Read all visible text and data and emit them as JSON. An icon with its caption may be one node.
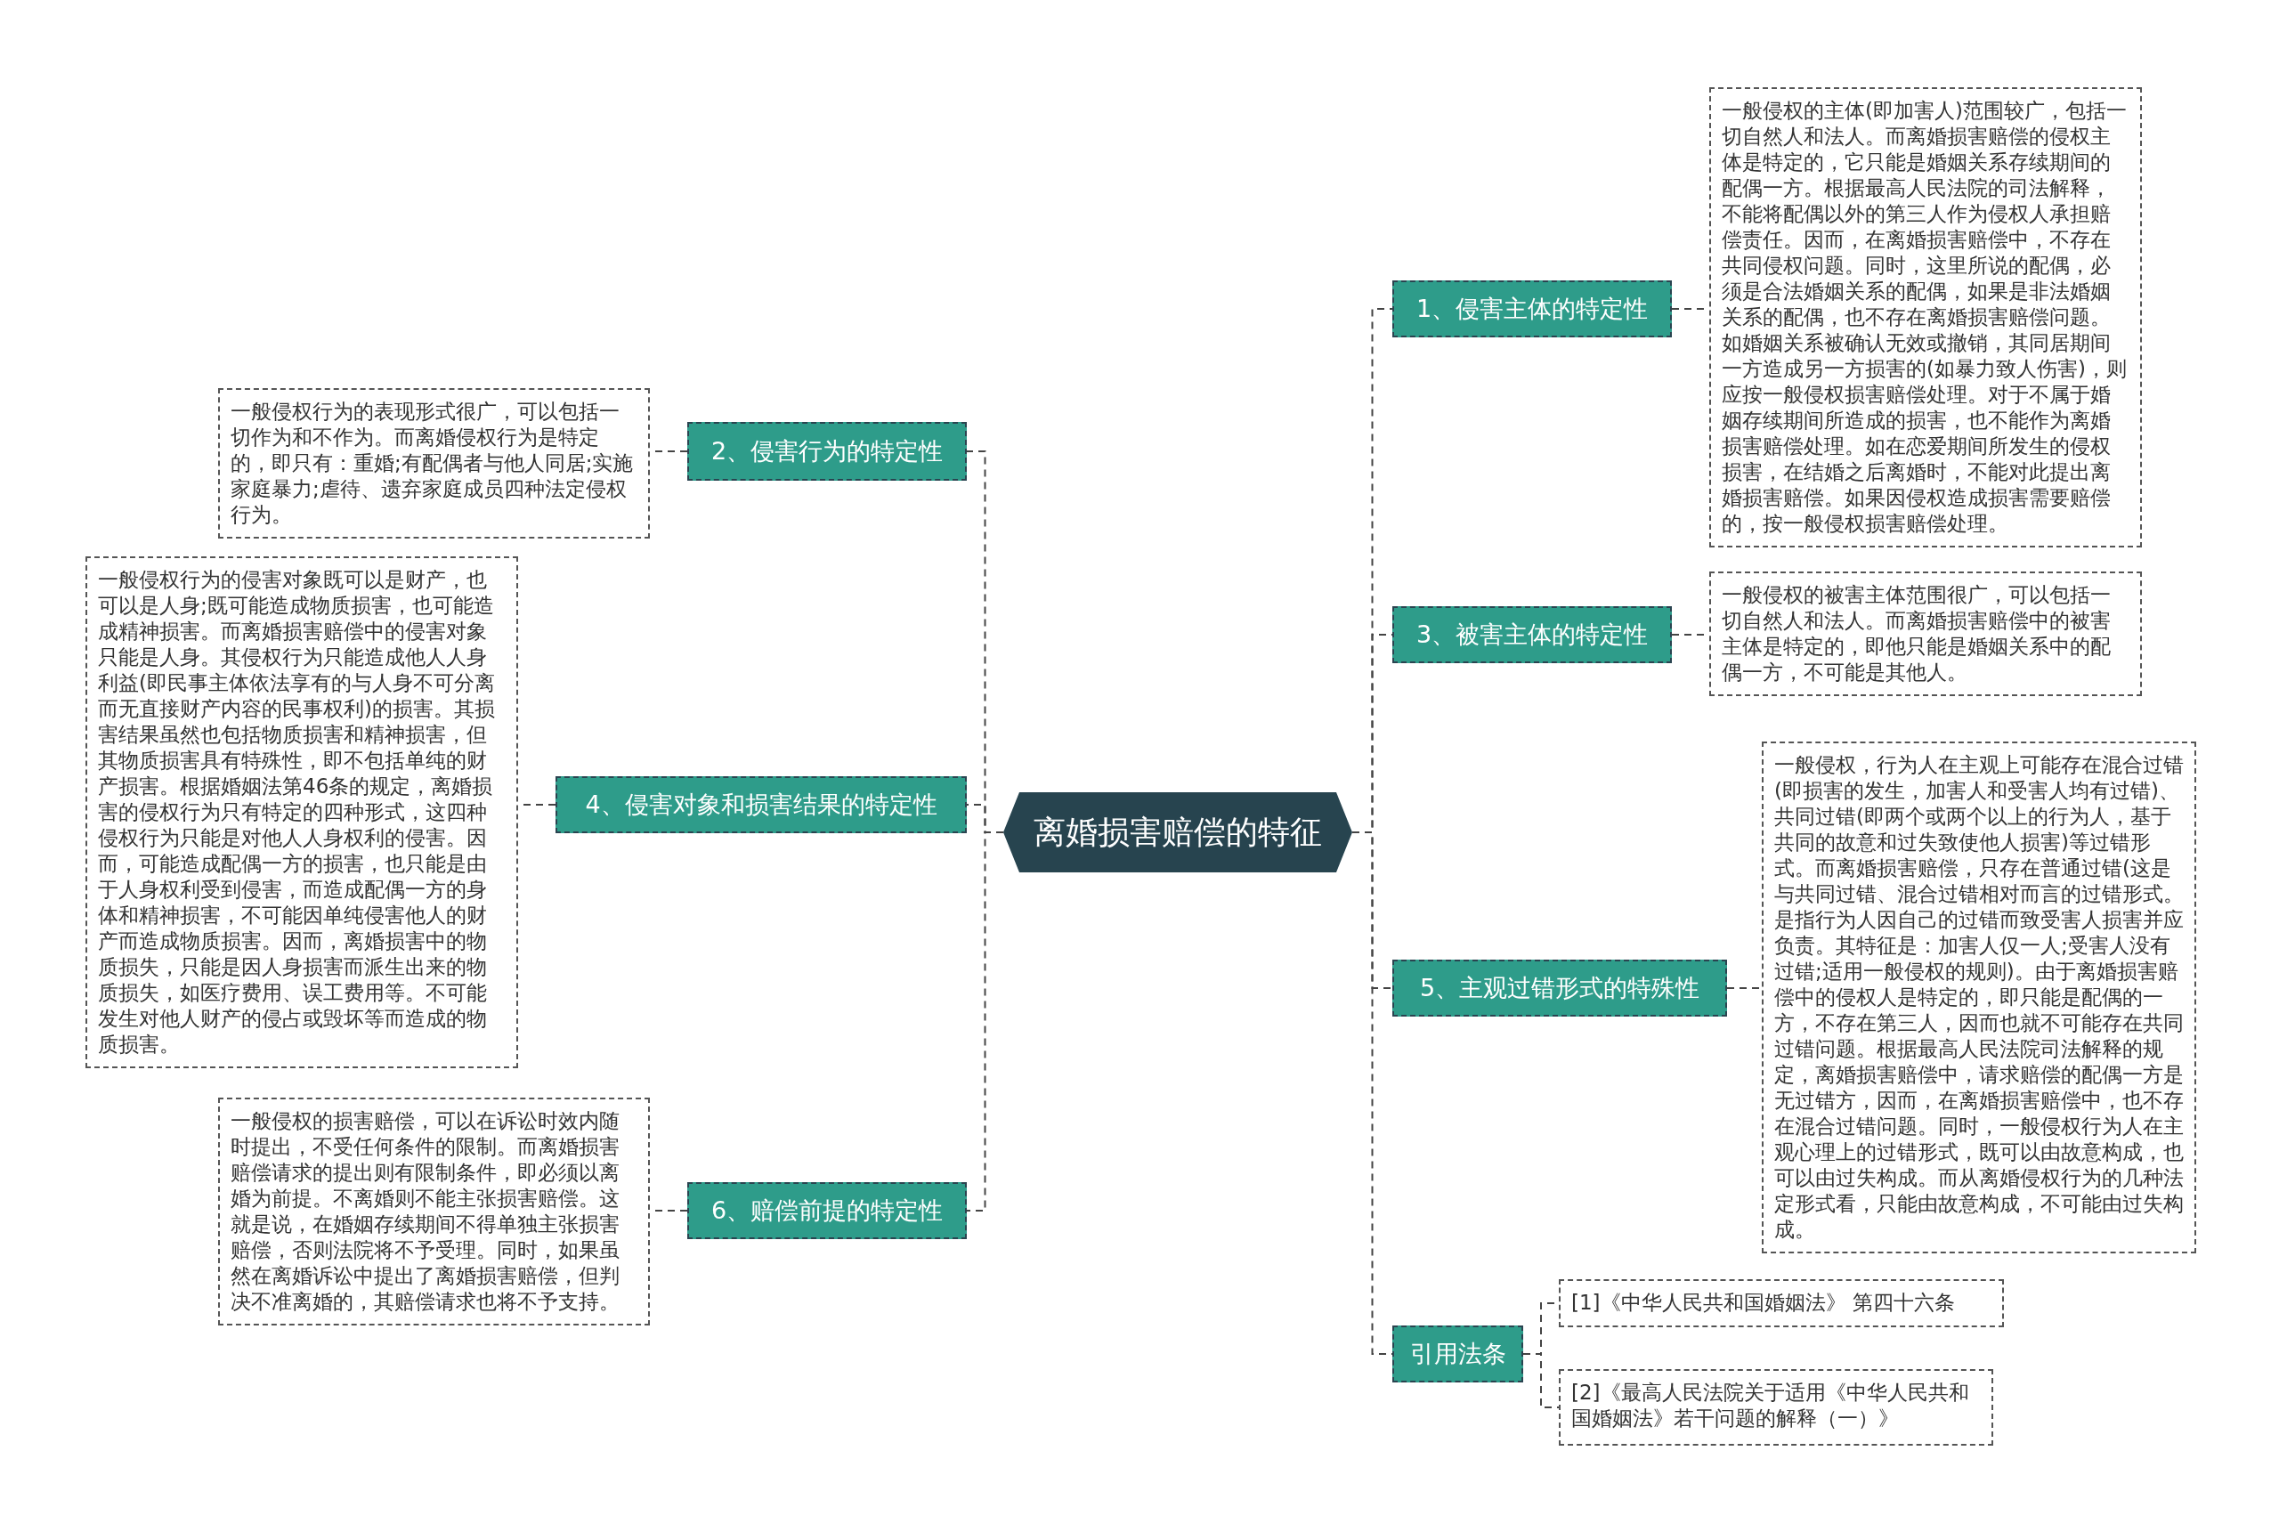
{
  "diagram": {
    "nodes": [
      {
        "text": [
          "离婚损害赔偿的特征"
        ]
      },
      {
        "text": [
          "1、侵害主体的特定性"
        ]
      },
      {
        "text": [
          "一般侵权的主体(即加害人)范围较广，包括一切自然人和法人。而离婚损害赔偿的侵权主体是特定的，它只能是婚姻关系存续期间的配偶一方。根据最高人民法院的司法解释，不能将配偶以外的第三人作为侵权人承担赔偿责任。因而，在离婚损害赔偿中，不存在共同侵权问题。同时，这里所说的配偶，必须是合法婚姻关系的配偶，如果是非法婚姻关系的配偶，也不存在离婚损害赔偿问题。如婚姻关系被确认无效或撤销，其同居期间一方造成另一方损害的(如暴力致人伤害)，则应按一般侵权损害赔偿处理。对于不属于婚姻存续期间所造成的损害，也不能作为离婚损害赔偿处理。如在恋爱期间所发生的侵权损害，在结婚之后离婚时，不能对此提出离婚损害赔偿。如果因侵权造成损害需要赔偿的，按一般侵权损害赔偿处理。"
        ]
      },
      {
        "text": [
          "3、被害主体的特定性"
        ]
      },
      {
        "text": [
          "一般侵权的被害主体范围很广，可以包括一切自然人和法人。而离婚损害赔偿中的被害主体是特定的，即他只能是婚姻关系中的配偶一方，不可能是其他人。"
        ]
      },
      {
        "text": [
          "5、主观过错形式的特殊性"
        ]
      },
      {
        "text": [
          "一般侵权，行为人在主观上可能存在混合过错(即损害的发生，加害人和受害人均有过错)、共同过错(即两个或两个以上的行为人，基于共同的故意和过失致使他人损害)等过错形式。而离婚损害赔偿，只存在普通过错(这是与共同过错、混合过错相对而言的过错形式。是指行为人因自己的过错而致受害人损害并应负责。其特征是：加害人仅一人;受害人没有过错;适用一般侵权的规则)。由于离婚损害赔偿中的侵权人是特定的，即只能是配偶的一方，不存在第三人，因而也就不可能存在共同过错问题。根据最高人民法院司法解释的规定，离婚损害赔偿中，请求赔偿的配偶一方是无过错方，因而，在离婚损害赔偿中，也不存在混合过错问题。同时，一般侵权行为人在主观心理上的过错形式，既可以由故意构成，也可以由过失构成。而从离婚侵权行为的几种法定形式看，只能由故意构成，不可能由过失构成。"
        ]
      },
      {
        "text": [
          "引用法条"
        ]
      },
      {
        "text": [
          "[1]《中华人民共和国婚姻法》 第四十六条"
        ]
      },
      {
        "text": [
          "[2]《最高人民法院关于适用《中华人民共和国婚姻法》若干问题的解释（一）》"
        ]
      },
      {
        "text": [
          "2、侵害行为的特定性"
        ]
      },
      {
        "text": [
          "一般侵权行为的表现形式很广，可以包括一切作为和不作为。而离婚侵权行为是特定的，即只有：重婚;有配偶者与他人同居;实施家庭暴力;虐待、遗弃家庭成员四种法定侵权行为。"
        ]
      },
      {
        "text": [
          "4、侵害对象和损害结果的特定性"
        ]
      },
      {
        "text": [
          "一般侵权行为的侵害对象既可以是财产，也可以是人身;既可能造成物质损害，也可能造成精神损害。而离婚损害赔偿中的侵害对象只能是人身。其侵权行为只能造成他人人身利益(即民事主体依法享有的与人身不可分离而无直接财产内容的民事权利)的损害。其损害结果虽然也包括物质损害和精神损害，但其物质损害具有特殊性，即不包括单纯的财产损害。根据婚姻法第46条的规定，离婚损害的侵权行为只有特定的四种形式，这四种侵权行为只能是对他人人身权利的侵害。因而，可能造成配偶一方的损害，也只能是由于人身权利受到侵害，而造成配偶一方的身体和精神损害，不可能因单纯侵害他人的财产而造成物质损害。因而，离婚损害中的物质损失，只能是因人身损害而派生出来的物质损失，如医疗费用、误工费用等。不可能发生对他人财产的侵占或毁坏等而造成的物质损害。"
        ]
      },
      {
        "text": [
          "6、赔偿前提的特定性"
        ]
      },
      {
        "text": [
          "一般侵权的损害赔偿，可以在诉讼时效内随时提出，不受任何条件的限制。而离婚损害赔偿请求的提出则有限制条件，即必须以离婚为前提。不离婚则不能主张损害赔偿。这就是说，在婚姻存续期间不得单独主张损害赔偿，否则法院将不予受理。同时，如果虽然在离婚诉讼中提出了离婚损害赔偿，但判决不准离婚的，其赔偿请求也将不予支持。"
        ]
      }
    ],
    "edges": [
      {
        "from": 0,
        "to": 1,
        "arrow": "none",
        "style": "dashed"
      },
      {
        "from": 1,
        "to": 2,
        "arrow": "none",
        "style": "dashed"
      },
      {
        "from": 0,
        "to": 3,
        "arrow": "none",
        "style": "dashed"
      },
      {
        "from": 3,
        "to": 4,
        "arrow": "none",
        "style": "dashed"
      },
      {
        "from": 0,
        "to": 5,
        "arrow": "none",
        "style": "dashed"
      },
      {
        "from": 5,
        "to": 6,
        "arrow": "none",
        "style": "dashed"
      },
      {
        "from": 0,
        "to": 7,
        "arrow": "none",
        "style": "dashed"
      },
      {
        "from": 7,
        "to": 8,
        "arrow": "none",
        "style": "dashed"
      },
      {
        "from": 7,
        "to": 9,
        "arrow": "none",
        "style": "dashed"
      },
      {
        "from": 0,
        "to": 10,
        "arrow": "none",
        "style": "dashed"
      },
      {
        "from": 10,
        "to": 11,
        "arrow": "none",
        "style": "dashed"
      },
      {
        "from": 0,
        "to": 12,
        "arrow": "none",
        "style": "dashed"
      },
      {
        "from": 12,
        "to": 13,
        "arrow": "none",
        "style": "dashed"
      },
      {
        "from": 0,
        "to": 14,
        "arrow": "none",
        "style": "dashed"
      },
      {
        "from": 14,
        "to": 15,
        "arrow": "none",
        "style": "dashed"
      }
    ]
  }
}
